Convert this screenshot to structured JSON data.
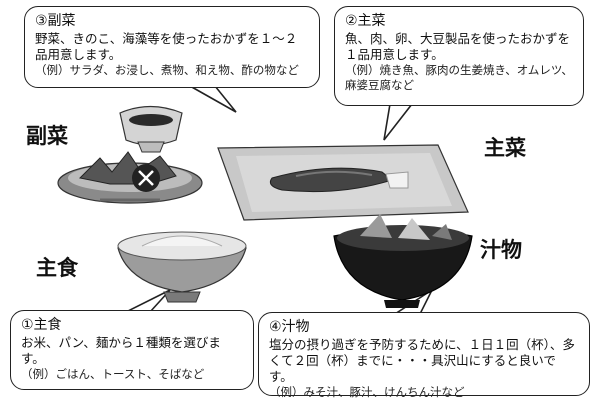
{
  "side_dish": {
    "title": "③副菜",
    "body": "野菜、きのこ、海藻等を使ったおかずを１～２品用意します。",
    "example": "（例）サラダ、お浸し、煮物、和え物、酢の物など",
    "label": "副菜"
  },
  "main_dish": {
    "title": "②主菜",
    "body": "魚、肉、卵、大豆製品を使ったおかずを１品用意します。",
    "example": "（例）焼き魚、豚肉の生姜焼き、オムレツ、麻婆豆腐など",
    "label": "主菜"
  },
  "staple": {
    "title": "①主食",
    "body": "お米、パン、麺から１種類を選びます。",
    "example": "（例）ごはん、トースト、そばなど",
    "label": "主食"
  },
  "soup": {
    "title": "④汁物",
    "body": "塩分の摂り過ぎを予防するために、１日１回（杯）、多くて２回（杯）までに・・・具沢山にすると良いです。",
    "example": "（例）みそ汁、豚汁、けんちん汁など",
    "label": "汁物"
  }
}
